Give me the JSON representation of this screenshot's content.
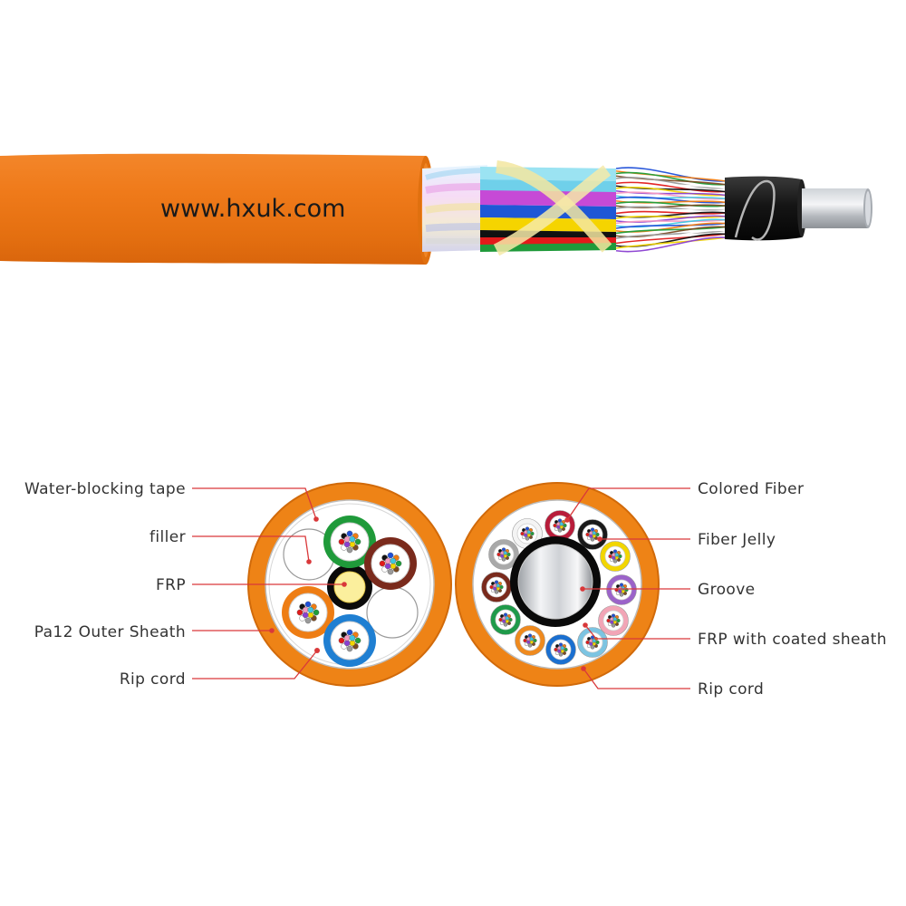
{
  "header": {
    "url_text": "www.hxuk.com"
  },
  "left_labels": [
    "Water-blocking tape",
    "filler",
    "FRP",
    "Pa12 Outer Sheath",
    "Rip cord"
  ],
  "right_labels": [
    "Colored Fiber",
    "Fiber Jelly",
    "Groove",
    "FRP with coated sheath",
    "Rip cord"
  ],
  "colors": {
    "sheath_orange": "#ee7d14",
    "leader_red": "#d9383a",
    "label_gray": "#333333"
  },
  "fiber_colors": [
    "#1f4fd8",
    "#f07c12",
    "#1f9e3a",
    "#7a4a22",
    "#9a9a9a",
    "#ffffff",
    "#e21a1a",
    "#111111",
    "#f2d600",
    "#8a3fd1",
    "#f49ac1",
    "#3ec6e0"
  ],
  "left_section": {
    "tubes": [
      {
        "name": "green-tube",
        "color": "#1f9a3a"
      },
      {
        "name": "brown-tube",
        "color": "#7a2a1c"
      },
      {
        "name": "orange-tube",
        "color": "#ee7d14"
      },
      {
        "name": "blue-tube",
        "color": "#1f7fd2"
      }
    ]
  },
  "right_section": {
    "tubes": [
      {
        "name": "red-tube",
        "color": "#b81c3a"
      },
      {
        "name": "black-tube",
        "color": "#1a1a1a"
      },
      {
        "name": "yellow-tube",
        "color": "#f2d600"
      },
      {
        "name": "purple-tube",
        "color": "#9b63c9"
      },
      {
        "name": "pink-tube",
        "color": "#f2a5b6"
      },
      {
        "name": "aqua-tube",
        "color": "#7cc4e2"
      },
      {
        "name": "blue-tube",
        "color": "#1a6fd0"
      },
      {
        "name": "orange-tube",
        "color": "#ef8a1e"
      },
      {
        "name": "green-tube",
        "color": "#1f9a4a"
      },
      {
        "name": "brown-tube",
        "color": "#7a2a1c"
      },
      {
        "name": "gray-tube",
        "color": "#a9a9a9"
      },
      {
        "name": "white-tube",
        "color": "#f4f4f4"
      }
    ]
  }
}
